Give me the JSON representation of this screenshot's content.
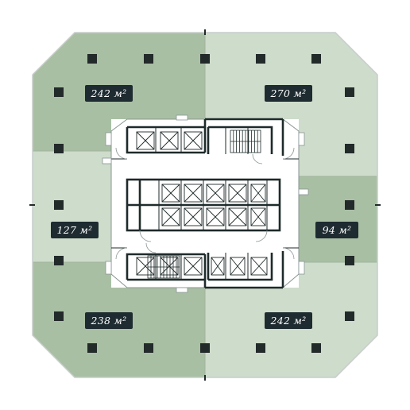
{
  "plan": {
    "colors": {
      "floor_dark": "#a9bfa4",
      "floor_light": "#cedccb",
      "core_fill": "#ffffff",
      "wall": "#1f2a2a",
      "column": "#232a2a",
      "label_bg": "#1e2b30",
      "label_text": "#ffffff",
      "outline": "#c7cdcb"
    },
    "units": [
      {
        "id": "nw",
        "area": "242 м²",
        "shade": "dark"
      },
      {
        "id": "ne",
        "area": "270 м²",
        "shade": "light"
      },
      {
        "id": "w",
        "area": "127 м²",
        "shade": "light"
      },
      {
        "id": "e",
        "area": "94 м²",
        "shade": "dark"
      },
      {
        "id": "sw",
        "area": "238 м²",
        "shade": "dark"
      },
      {
        "id": "se",
        "area": "242 м²",
        "shade": "light"
      }
    ]
  }
}
